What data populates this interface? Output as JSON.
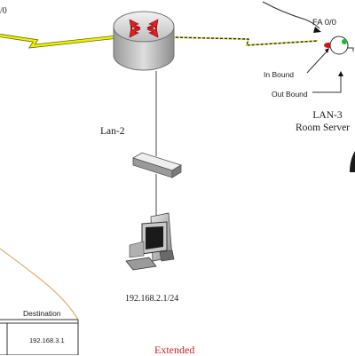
{
  "labels": {
    "top_left_fragment": "/0",
    "fa_port": "FA 0/0",
    "lan2": "Lan-2",
    "in_bound": "In Bound",
    "out_bound": "Out Bound",
    "lan3": "LAN-3",
    "room_server": "Room Server",
    "lan2_ip": "192.168.2.1/24",
    "table_header": "Destination",
    "table_cell": "192.168.3.1",
    "extended": "Extended"
  },
  "colors": {
    "serial_link": "#f0f000",
    "router_body": "#d4d4d4",
    "router_arrow": "#e02020",
    "inbound_marker": "#e01010",
    "outbound_marker": "#10c030",
    "extended_text": "#d02020",
    "curve": "#e0b070"
  }
}
